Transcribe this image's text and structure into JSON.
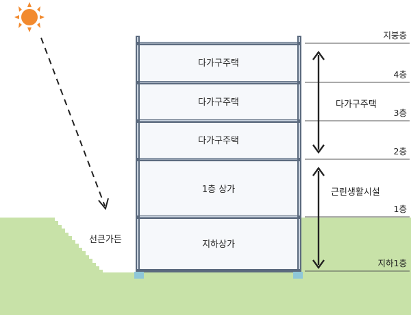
{
  "floors": {
    "rooftop": "지붕층",
    "f4": "4층",
    "f3": "3층",
    "f2": "2층",
    "f1": "1층",
    "b1": "지하1층"
  },
  "rooms": {
    "r4": "다가구주택",
    "r3": "다가구주택",
    "r2": "다가구주택",
    "r1": "1층 상가",
    "rb": "지하상가"
  },
  "zones": {
    "upper": "다가구주택",
    "lower": "근린생활시설"
  },
  "garden": "선큰가든",
  "colors": {
    "ground": "#c8e2a8",
    "frame": "#5b6a7e",
    "frame_fill": "#f6f8fb",
    "sun": "#f28a2e",
    "arrow": "#222222"
  }
}
